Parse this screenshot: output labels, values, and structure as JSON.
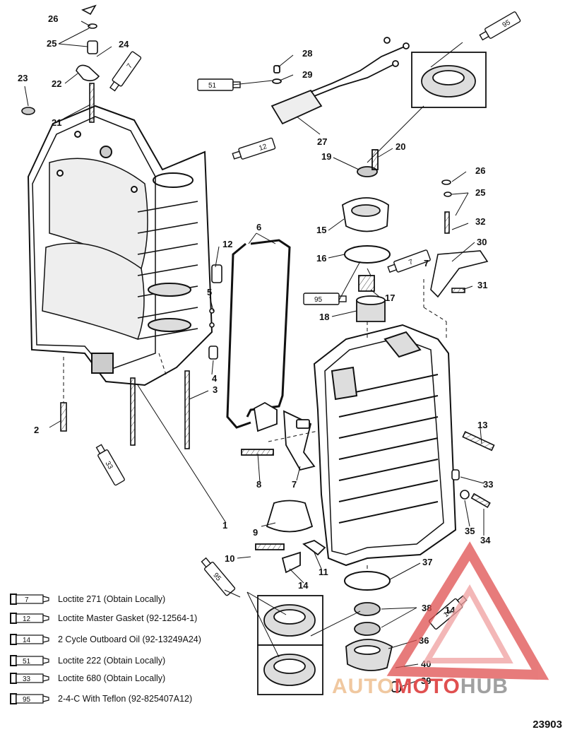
{
  "callouts": [
    "1",
    "2",
    "3",
    "4",
    "5",
    "6",
    "7",
    "8",
    "9",
    "10",
    "11",
    "12",
    "13",
    "14",
    "15",
    "16",
    "17",
    "18",
    "19",
    "20",
    "21",
    "22",
    "23",
    "24",
    "25",
    "26",
    "27",
    "28",
    "29",
    "30",
    "31",
    "32",
    "33",
    "34",
    "35",
    "36",
    "37",
    "38",
    "39",
    "40"
  ],
  "legend": [
    {
      "tube": "7",
      "text": "Loctite 271 (Obtain Locally)"
    },
    {
      "tube": "12",
      "text": "Loctite Master Gasket (92-12564-1)"
    },
    {
      "tube": "14",
      "text": "2 Cycle Outboard Oil (92-13249A24)"
    },
    {
      "tube": "51",
      "text": "Loctite 222  (Obtain Locally)"
    },
    {
      "tube": "33",
      "text": "Loctite 680 (Obtain Locally)"
    },
    {
      "tube": "95",
      "text": "2-4-C  With Teflon (92-825407A12)"
    }
  ],
  "tubes_in_diagram": [
    "7",
    "12",
    "51",
    "95",
    "33",
    "14",
    "95"
  ],
  "figure_number": "23903",
  "watermark": {
    "part1": "AUTO",
    "part2": "MOTO",
    "part3": "HUB",
    "color_light": "#f0c8a0",
    "color_red": "#e05050",
    "color_gray": "#a0a0a0"
  }
}
